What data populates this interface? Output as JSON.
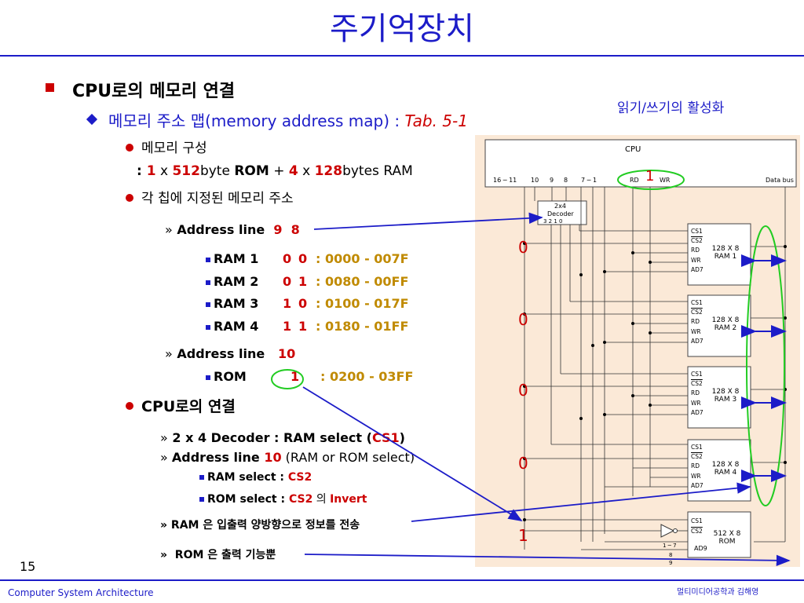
{
  "slide": {
    "title": "주기억장치",
    "page_number": "15",
    "footer_left": "Computer System Architecture",
    "footer_right": "멀티미디어공학과 김해영"
  },
  "bullets": {
    "b1": "CPU로의 메모리 연결",
    "b1_1_prefix": "메모리 주소 맵(memory address map) : ",
    "b1_1_ref": "Tab. 5-1",
    "b1_1_1": "메모리 구성",
    "comp": {
      "lead": ": ",
      "n1": "1",
      "x1": " x ",
      "v512": "512",
      "byte": "byte ",
      "rom": "ROM",
      "plus": " + ",
      "n4": "4",
      "x2": " x ",
      "v128": "128",
      "bytesram": "bytes RAM"
    },
    "b1_1_2": "각 칩에 지정된 메모리 주소",
    "addr1": {
      "chev": "»",
      "label": "Address  line",
      "v1": "9",
      "v2": "8"
    },
    "rows": [
      {
        "name": "RAM 1",
        "a": "0",
        "b": "0",
        "range": ": 0000 - 007F"
      },
      {
        "name": "RAM 2",
        "a": "0",
        "b": "1",
        "range": ": 0080 - 00FF"
      },
      {
        "name": "RAM 3",
        "a": "1",
        "b": "0",
        "range": ": 0100 - 017F"
      },
      {
        "name": "RAM 4",
        "a": "1",
        "b": "1",
        "range": ": 0180 - 01FF"
      }
    ],
    "addr2": {
      "chev": "»",
      "label": "Address line",
      "v": "10"
    },
    "rom_row": {
      "name": "ROM",
      "v": "1",
      "range": ": 0200 - 03FF"
    },
    "b2": "CPU로의 연결",
    "c1": {
      "chev": "»",
      "pre": "2 x 4 Decoder : RAM select (",
      "cs": "CS1",
      "post": ")"
    },
    "c2": {
      "chev": "»",
      "pre": "Address line ",
      "v": "10",
      "post": "  (RAM or ROM select)"
    },
    "c2a": {
      "pre": "RAM select : ",
      "cs": "CS2"
    },
    "c2b": {
      "pre": "ROM select : ",
      "cs": "CS2",
      "mid": " 의 ",
      "inv": "Invert"
    },
    "c3": {
      "chev": "»",
      "text": "RAM 은 입출력 양방향으로 정보를 전송"
    },
    "c4": {
      "chev": "»",
      "text": "ROM 은 출력 기능뿐"
    }
  },
  "annotation": {
    "rw_label": "읽기/쓰기의 활성화",
    "wr_value": "1",
    "select_values": [
      "0",
      "0",
      "0",
      "0",
      "1"
    ]
  },
  "diagram": {
    "cpu": "CPU",
    "bus_labels": [
      "16 ─ 11",
      "10",
      "9",
      "8",
      "7 ─ 1",
      "RD",
      "WR",
      "Data bus"
    ],
    "decoder": {
      "title1": "2x4",
      "title2": "Decoder",
      "pins": "3  2  1  0"
    },
    "chip_pins": [
      "CS1",
      "CS2",
      "RD",
      "WR",
      "AD7"
    ],
    "rams": [
      {
        "name1": "128 X 8",
        "name2": "RAM 1"
      },
      {
        "name1": "128 X 8",
        "name2": "RAM 2"
      },
      {
        "name1": "128 X 8",
        "name2": "RAM 3"
      },
      {
        "name1": "128 X 8",
        "name2": "RAM 4"
      }
    ],
    "rom": {
      "name1": "512 X 8",
      "name2": "ROM",
      "pins": [
        "CS1",
        "CS2",
        "AD9"
      ],
      "addr": [
        "1 ─ 7",
        "8",
        "9"
      ]
    }
  },
  "colors": {
    "title": "#1c1cc8",
    "accent_red": "#cc0000",
    "address_gold": "#c08a00",
    "diagram_bg": "#fbe9d7",
    "ellipse_green": "#22cc22",
    "arrow_blue": "#1c1cc8"
  }
}
